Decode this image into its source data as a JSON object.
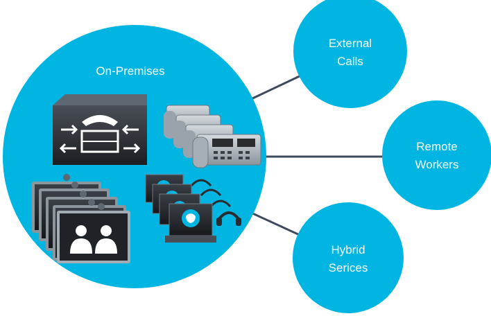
{
  "diagram": {
    "main_circle": {
      "label": "On-Premises"
    },
    "nodes": [
      {
        "line1": "External",
        "line2": "Calls"
      },
      {
        "line1": "Remote",
        "line2": "Workers"
      },
      {
        "line1": "Hybrid",
        "line2": "Serices"
      }
    ],
    "colors": {
      "circle": "#00b5e2",
      "connector": "#3c4a5c",
      "device_dark": "#2a2c30",
      "device_mid": "#5e6873",
      "device_light": "#b8c0c8"
    },
    "icons": [
      "call-control-server-icon",
      "ip-phone-stack-icon",
      "video-endpoint-stack-icon",
      "agent-desktop-headset-stack-icon"
    ]
  }
}
